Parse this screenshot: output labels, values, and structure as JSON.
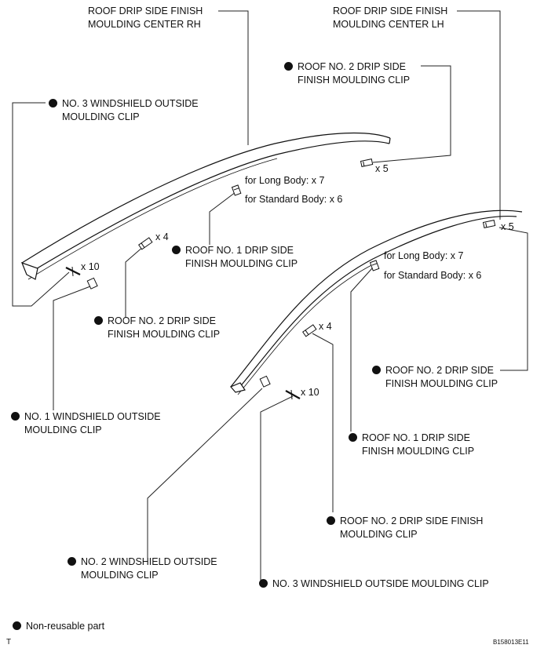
{
  "labels": {
    "moulding_center_rh": [
      "ROOF DRIP SIDE FINISH",
      "MOULDING CENTER RH"
    ],
    "moulding_center_lh": [
      "ROOF DRIP SIDE FINISH",
      "MOULDING CENTER LH"
    ],
    "roof_no2_clip_top_right": [
      "ROOF NO. 2 DRIP SIDE",
      "FINISH MOULDING CLIP"
    ],
    "no3_windshield_clip_left": [
      "NO. 3 WINDSHIELD OUTSIDE",
      "MOULDING CLIP"
    ],
    "roof_no1_clip_left": [
      "ROOF NO. 1 DRIP SIDE",
      "FINISH MOULDING CLIP"
    ],
    "roof_no2_clip_left": [
      "ROOF NO. 2 DRIP SIDE",
      "FINISH MOULDING CLIP"
    ],
    "no1_windshield_clip": [
      "NO. 1 WINDSHIELD OUTSIDE",
      "MOULDING CLIP"
    ],
    "roof_no2_clip_right": [
      "ROOF NO. 2 DRIP SIDE",
      "FINISH MOULDING CLIP"
    ],
    "roof_no1_clip_right": [
      "ROOF NO. 1 DRIP SIDE",
      "FINISH MOULDING CLIP"
    ],
    "roof_no2_clip_bottom": [
      "ROOF NO. 2 DRIP SIDE FINISH",
      "MOULDING CLIP"
    ],
    "no2_windshield_clip": [
      "NO. 2 WINDSHIELD OUTSIDE",
      "MOULDING CLIP"
    ],
    "no3_windshield_clip_bottom": [
      "NO. 3 WINDSHIELD OUTSIDE MOULDING CLIP"
    ]
  },
  "quantities": {
    "x5_top": "x 5",
    "x5_right": "x 5",
    "long_body_left": "for Long Body: x 7",
    "standard_body_left": "for Standard Body: x 6",
    "long_body_right": "for Long Body: x 7",
    "standard_body_right": "for Standard Body: x 6",
    "x4_left": "x 4",
    "x4_right": "x 4",
    "x10_left": "x 10",
    "x10_right": "x 10"
  },
  "legend": {
    "text": "Non-reusable part"
  },
  "footer": {
    "left_mark": "T",
    "figure_id": "B158013E11"
  }
}
